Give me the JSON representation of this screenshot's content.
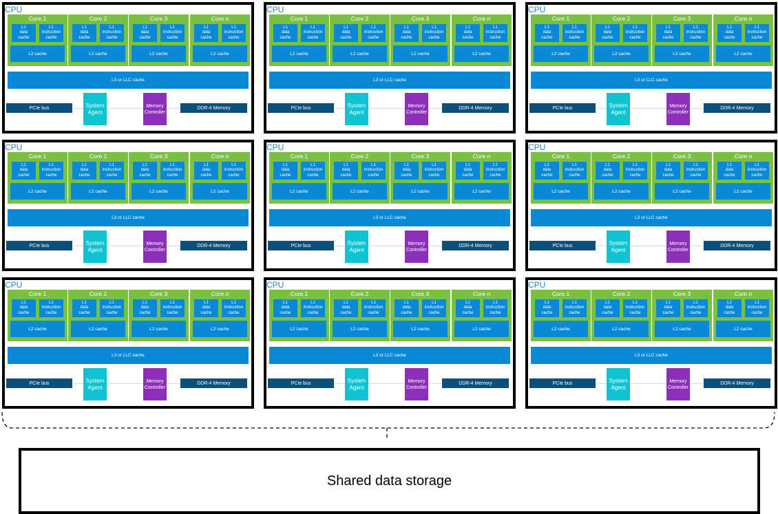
{
  "cpu": {
    "label": "CPU",
    "cores": [
      "Core 1",
      "Core 2",
      "Core 3",
      "Core n"
    ],
    "l1_data": "L1\ndata\ncache",
    "l1_instruction": "L1\ninstruction\ncache",
    "l2": "L2 cache",
    "l3": "L3 or LLC cache",
    "pcie": "PCIe bus",
    "system_agent": "System\nAgent",
    "memory_controller": "Memory\nController",
    "ddr": "DDR-4 Memory"
  },
  "cpu_count": 9,
  "storage": {
    "label": "Shared data storage"
  },
  "colors": {
    "core_green": "#7ac143",
    "cache_blue": "#0a8ad6",
    "bus_navy": "#0d4f7b",
    "agent_cyan": "#0fc3d3",
    "controller_purple": "#8b2fb9",
    "cpu_label_blue": "#2f86c4"
  }
}
